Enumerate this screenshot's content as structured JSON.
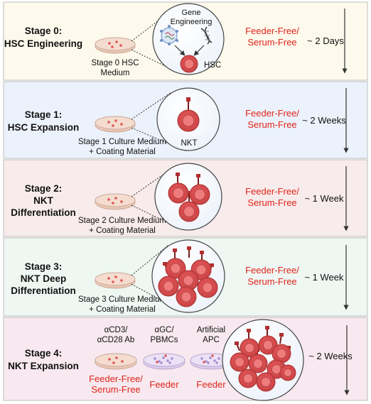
{
  "colors": {
    "row_backgrounds": [
      "#fdf9ec",
      "#ecf2fb",
      "#f8ebeb",
      "#eef7f2",
      "#f7e9ef"
    ],
    "condition_red": "#e0241b",
    "cell_fill": "#e85d5d",
    "cell_outline": "#b83a3a",
    "dish_pink": "#f3d9cc",
    "dish_purple": "#e9dcf4"
  },
  "icons": [
    "petri-dish",
    "cell",
    "dna",
    "virus",
    "arrow-down"
  ],
  "stages": [
    {
      "title_lines": [
        "Stage 0:",
        "HSC Engineering"
      ],
      "medium_lines": [
        "Stage 0 HSC",
        "Medium"
      ],
      "cell_label": "HSC",
      "gene_label_lines": [
        "Gene",
        "Engineering"
      ],
      "condition_lines": [
        "Feeder-Free/",
        "Serum-Free"
      ],
      "duration": "~ 2 Days"
    },
    {
      "title_lines": [
        "Stage 1:",
        "HSC Expansion"
      ],
      "medium_lines": [
        "Stage 1 Culture Medium",
        "+ Coating Material"
      ],
      "cell_label": "NKT",
      "condition_lines": [
        "Feeder-Free/",
        "Serum-Free"
      ],
      "duration": "~ 2 Weeks"
    },
    {
      "title_lines": [
        "Stage 2:",
        "NKT",
        "Differentiation"
      ],
      "medium_lines": [
        "Stage 2 Culture Medium",
        "+ Coating Material"
      ],
      "condition_lines": [
        "Feeder-Free/",
        "Serum-Free"
      ],
      "duration": "~ 1 Week"
    },
    {
      "title_lines": [
        "Stage 3:",
        "NKT Deep",
        "Differentiation"
      ],
      "medium_lines": [
        "Stage 3 Culture Medium",
        "+ Coating Material"
      ],
      "condition_lines": [
        "Feeder-Free/",
        "Serum-Free"
      ],
      "duration": "~ 1 Week"
    },
    {
      "title_lines": [
        "Stage 4:",
        "NKT Expansion"
      ],
      "dishes": [
        {
          "label_lines": [
            "αCD3/",
            "αCD28 Ab"
          ],
          "condition_lines": [
            "Feeder-Free/",
            "Serum-Free"
          ]
        },
        {
          "label_lines": [
            "αGC/",
            "PBMCs"
          ],
          "condition_lines": [
            "Feeder"
          ]
        },
        {
          "label_lines": [
            "Artificial",
            "APC"
          ],
          "condition_lines": [
            "Feeder"
          ]
        }
      ],
      "duration": "~ 2 Weeks"
    }
  ]
}
